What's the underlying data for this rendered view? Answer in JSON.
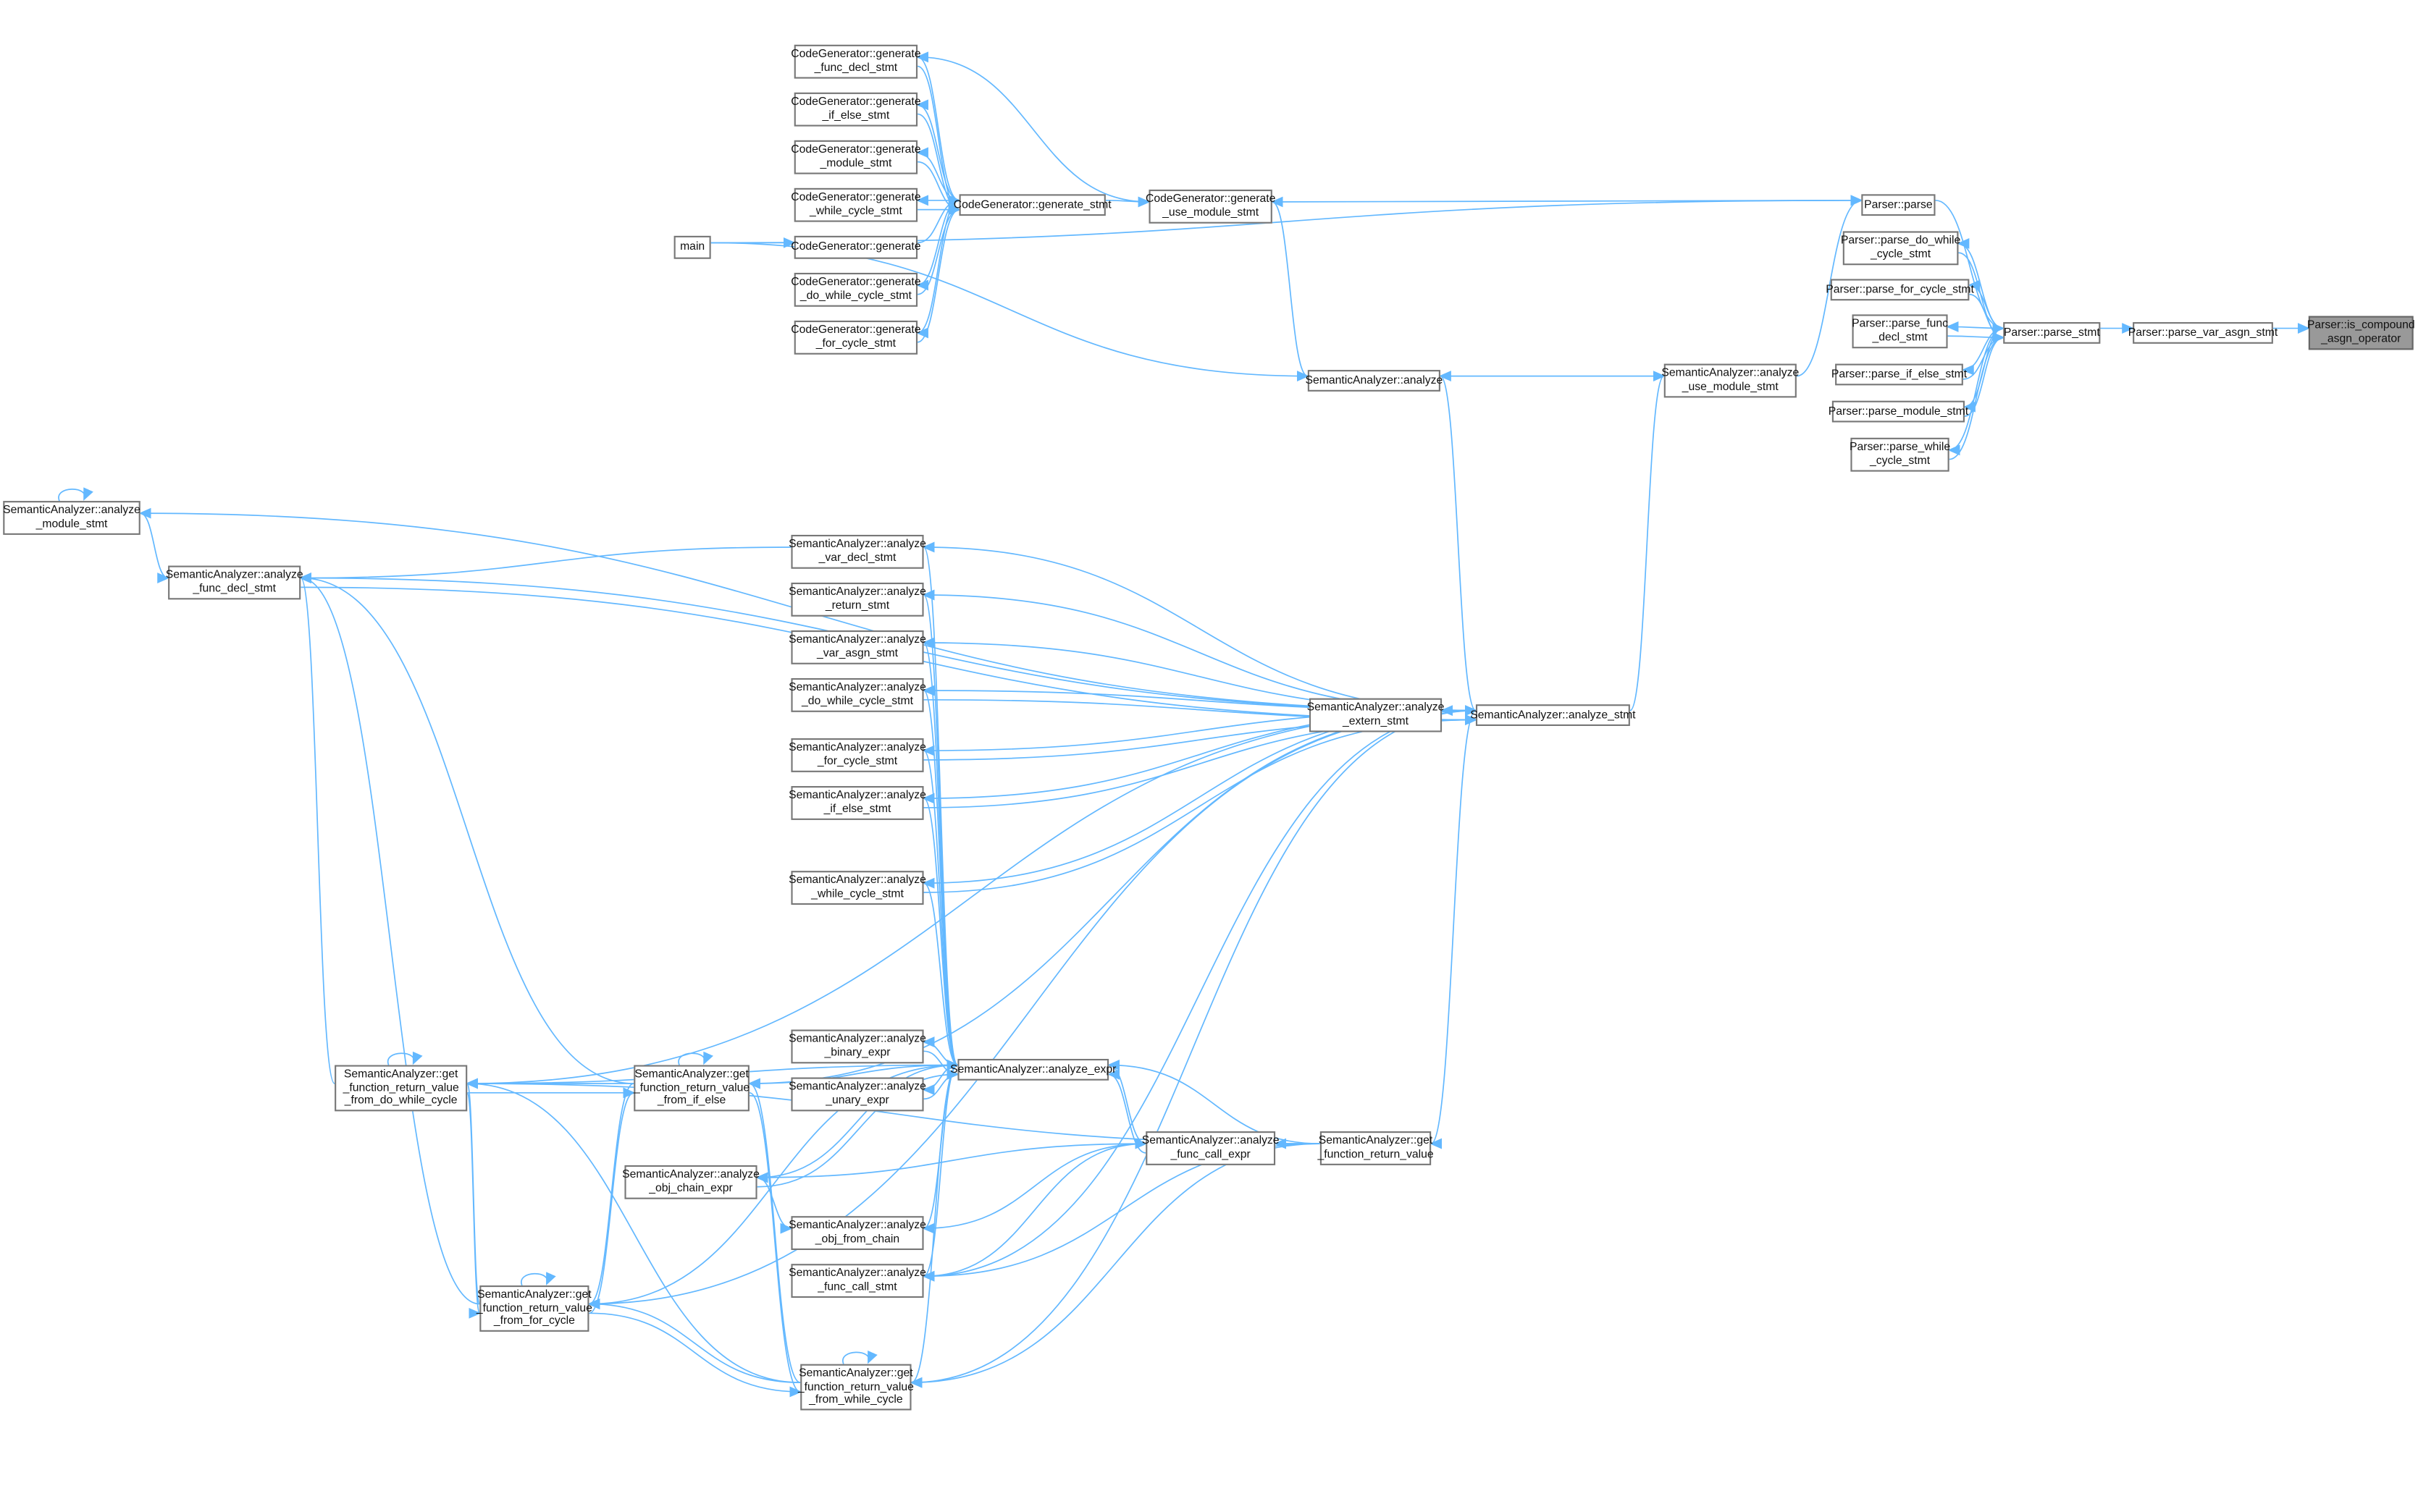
{
  "nodes": {
    "main": "main",
    "cg_func_decl": "CodeGenerator::generate\n_func_decl_stmt",
    "cg_if_else": "CodeGenerator::generate\n_if_else_stmt",
    "cg_module": "CodeGenerator::generate\n_module_stmt",
    "cg_while": "CodeGenerator::generate\n_while_cycle_stmt",
    "cg_generate": "CodeGenerator::generate",
    "cg_do_while": "CodeGenerator::generate\n_do_while_cycle_stmt",
    "cg_for": "CodeGenerator::generate\n_for_cycle_stmt",
    "cg_stmt": "CodeGenerator::generate_stmt",
    "cg_use_module": "CodeGenerator::generate\n_use_module_stmt",
    "sa_analyze": "SemanticAnalyzer::analyze",
    "sa_use_module": "SemanticAnalyzer::analyze\n_use_module_stmt",
    "p_parse": "Parser::parse",
    "p_do_while": "Parser::parse_do_while\n_cycle_stmt",
    "p_for": "Parser::parse_for_cycle_stmt",
    "p_func_decl": "Parser::parse_func\n_decl_stmt",
    "p_if_else": "Parser::parse_if_else_stmt",
    "p_module": "Parser::parse_module_stmt",
    "p_while": "Parser::parse_while\n_cycle_stmt",
    "p_stmt": "Parser::parse_stmt",
    "p_var_asgn": "Parser::parse_var_asgn_stmt",
    "p_is_compound": "Parser::is_compound\n_asgn_operator",
    "sa_module": "SemanticAnalyzer::analyze\n_module_stmt",
    "sa_func_decl": "SemanticAnalyzer::analyze\n_func_decl_stmt",
    "sa_var_decl": "SemanticAnalyzer::analyze\n_var_decl_stmt",
    "sa_return": "SemanticAnalyzer::analyze\n_return_stmt",
    "sa_var_asgn": "SemanticAnalyzer::analyze\n_var_asgn_stmt",
    "sa_do_while": "SemanticAnalyzer::analyze\n_do_while_cycle_stmt",
    "sa_extern": "SemanticAnalyzer::analyze\n_extern_stmt",
    "sa_stmt": "SemanticAnalyzer::analyze_stmt",
    "sa_for": "SemanticAnalyzer::analyze\n_for_cycle_stmt",
    "sa_if_else": "SemanticAnalyzer::analyze\n_if_else_stmt",
    "sa_while": "SemanticAnalyzer::analyze\n_while_cycle_stmt",
    "sa_binary": "SemanticAnalyzer::analyze\n_binary_expr",
    "sa_expr": "SemanticAnalyzer::analyze_expr",
    "sa_unary": "SemanticAnalyzer::analyze\n_unary_expr",
    "sa_gf_do_while": "SemanticAnalyzer::get\n_function_return_value\n_from_do_while_cycle",
    "sa_gf_if_else": "SemanticAnalyzer::get\n_function_return_value\n_from_if_else",
    "sa_obj_chain": "SemanticAnalyzer::analyze\n_obj_chain_expr",
    "sa_func_call_expr": "SemanticAnalyzer::analyze\n_func_call_expr",
    "sa_gf": "SemanticAnalyzer::get\n_function_return_value",
    "sa_obj_from_chain": "SemanticAnalyzer::analyze\n_obj_from_chain",
    "sa_func_call_stmt": "SemanticAnalyzer::analyze\n_func_call_stmt",
    "sa_gf_for": "SemanticAnalyzer::get\n_function_return_value\n_from_for_cycle",
    "sa_gf_while": "SemanticAnalyzer::get\n_function_return_value\n_from_while_cycle"
  },
  "highlighted": "p_is_compound",
  "colors": {
    "edge": "#63b8ff",
    "highlight": "#999999"
  },
  "edges": [
    [
      "p_var_asgn",
      "p_is_compound"
    ],
    [
      "p_stmt",
      "p_var_asgn"
    ],
    [
      "p_parse",
      "p_stmt"
    ],
    [
      "p_stmt",
      "p_do_while"
    ],
    [
      "p_do_while",
      "p_stmt"
    ],
    [
      "p_stmt",
      "p_for"
    ],
    [
      "p_for",
      "p_stmt"
    ],
    [
      "p_stmt",
      "p_func_decl"
    ],
    [
      "p_func_decl",
      "p_stmt"
    ],
    [
      "p_stmt",
      "p_if_else"
    ],
    [
      "p_if_else",
      "p_stmt"
    ],
    [
      "p_stmt",
      "p_module"
    ],
    [
      "p_module",
      "p_stmt"
    ],
    [
      "p_stmt",
      "p_while"
    ],
    [
      "p_while",
      "p_stmt"
    ],
    [
      "cg_use_module",
      "p_parse"
    ],
    [
      "sa_use_module",
      "p_parse"
    ],
    [
      "main",
      "p_parse"
    ],
    [
      "main",
      "cg_generate"
    ],
    [
      "cg_generate",
      "cg_stmt"
    ],
    [
      "cg_stmt",
      "cg_use_module"
    ],
    [
      "cg_stmt",
      "cg_func_decl"
    ],
    [
      "cg_func_decl",
      "cg_stmt"
    ],
    [
      "cg_stmt",
      "cg_if_else"
    ],
    [
      "cg_if_else",
      "cg_stmt"
    ],
    [
      "cg_stmt",
      "cg_module"
    ],
    [
      "cg_module",
      "cg_stmt"
    ],
    [
      "cg_stmt",
      "cg_while"
    ],
    [
      "cg_while",
      "cg_stmt"
    ],
    [
      "cg_stmt",
      "cg_do_while"
    ],
    [
      "cg_do_while",
      "cg_stmt"
    ],
    [
      "cg_stmt",
      "cg_for"
    ],
    [
      "cg_for",
      "cg_stmt"
    ],
    [
      "cg_use_module",
      "cg_func_decl"
    ],
    [
      "sa_analyze",
      "cg_use_module"
    ],
    [
      "main",
      "sa_analyze"
    ],
    [
      "sa_use_module",
      "sa_analyze"
    ],
    [
      "sa_analyze",
      "sa_stmt"
    ],
    [
      "sa_stmt",
      "sa_use_module"
    ],
    [
      "sa_stmt",
      "sa_module"
    ],
    [
      "sa_module",
      "sa_func_decl"
    ],
    [
      "sa_stmt",
      "sa_func_decl"
    ],
    [
      "sa_func_decl",
      "sa_stmt"
    ],
    [
      "sa_var_decl",
      "sa_func_decl"
    ],
    [
      "sa_stmt",
      "sa_var_decl"
    ],
    [
      "sa_stmt",
      "sa_return"
    ],
    [
      "sa_stmt",
      "sa_var_asgn"
    ],
    [
      "sa_stmt",
      "sa_do_while"
    ],
    [
      "sa_do_while",
      "sa_stmt"
    ],
    [
      "sa_stmt",
      "sa_extern"
    ],
    [
      "sa_extern",
      "sa_stmt"
    ],
    [
      "sa_stmt",
      "sa_for"
    ],
    [
      "sa_for",
      "sa_stmt"
    ],
    [
      "sa_stmt",
      "sa_if_else"
    ],
    [
      "sa_if_else",
      "sa_stmt"
    ],
    [
      "sa_stmt",
      "sa_while"
    ],
    [
      "sa_while",
      "sa_stmt"
    ],
    [
      "sa_var_decl",
      "sa_expr"
    ],
    [
      "sa_return",
      "sa_expr"
    ],
    [
      "sa_var_asgn",
      "sa_expr"
    ],
    [
      "sa_do_while",
      "sa_expr"
    ],
    [
      "sa_for",
      "sa_expr"
    ],
    [
      "sa_if_else",
      "sa_expr"
    ],
    [
      "sa_while",
      "sa_expr"
    ],
    [
      "sa_expr",
      "sa_binary"
    ],
    [
      "sa_binary",
      "sa_expr"
    ],
    [
      "sa_expr",
      "sa_unary"
    ],
    [
      "sa_unary",
      "sa_expr"
    ],
    [
      "sa_expr",
      "sa_obj_chain"
    ],
    [
      "sa_obj_chain",
      "sa_expr"
    ],
    [
      "sa_expr",
      "sa_func_call_expr"
    ],
    [
      "sa_func_call_expr",
      "sa_expr"
    ],
    [
      "sa_func_call_expr",
      "sa_obj_chain"
    ],
    [
      "sa_func_call_expr",
      "sa_obj_from_chain"
    ],
    [
      "sa_gf",
      "sa_func_call_expr"
    ],
    [
      "sa_gf",
      "sa_expr"
    ],
    [
      "sa_gf",
      "sa_gf_do_while"
    ],
    [
      "sa_gf",
      "sa_gf_while"
    ],
    [
      "sa_gf",
      "sa_func_call_stmt"
    ],
    [
      "sa_obj_chain",
      "sa_obj_from_chain"
    ],
    [
      "sa_obj_from_chain",
      "sa_expr"
    ],
    [
      "sa_func_call_stmt",
      "sa_expr"
    ],
    [
      "sa_func_call_stmt",
      "sa_func_call_expr"
    ],
    [
      "sa_stmt",
      "sa_func_call_stmt"
    ],
    [
      "sa_stmt",
      "sa_gf"
    ],
    [
      "sa_gf_if_else",
      "sa_gf_do_while"
    ],
    [
      "sa_gf_do_while",
      "sa_gf_if_else"
    ],
    [
      "sa_gf_if_else",
      "sa_gf_for"
    ],
    [
      "sa_gf_for",
      "sa_gf_if_else"
    ],
    [
      "sa_gf_for",
      "sa_gf_do_while"
    ],
    [
      "sa_gf_do_while",
      "sa_gf_for"
    ],
    [
      "sa_gf_while",
      "sa_gf_for"
    ],
    [
      "sa_gf_for",
      "sa_gf_while"
    ],
    [
      "sa_gf_while",
      "sa_gf_do_while"
    ],
    [
      "sa_gf_while",
      "sa_gf_if_else"
    ],
    [
      "sa_gf_if_else",
      "sa_gf_while"
    ],
    [
      "sa_gf_do_while",
      "sa_func_decl"
    ],
    [
      "sa_gf_if_else",
      "sa_func_decl"
    ],
    [
      "sa_gf_for",
      "sa_func_decl"
    ],
    [
      "sa_gf_if_else",
      "sa_stmt"
    ],
    [
      "sa_gf_do_while",
      "sa_stmt"
    ],
    [
      "sa_gf_for",
      "sa_stmt"
    ],
    [
      "sa_gf_while",
      "sa_stmt"
    ],
    [
      "sa_expr",
      "sa_gf_do_while"
    ],
    [
      "sa_expr",
      "sa_gf_if_else"
    ],
    [
      "sa_expr",
      "sa_gf_for"
    ],
    [
      "sa_expr",
      "sa_gf_while"
    ],
    [
      "sa_gf_for",
      "sa_gf_for"
    ],
    [
      "sa_gf_while",
      "sa_gf_while"
    ],
    [
      "sa_gf_do_while",
      "sa_gf_do_while"
    ],
    [
      "sa_gf_if_else",
      "sa_gf_if_else"
    ],
    [
      "sa_module",
      "sa_module"
    ]
  ]
}
